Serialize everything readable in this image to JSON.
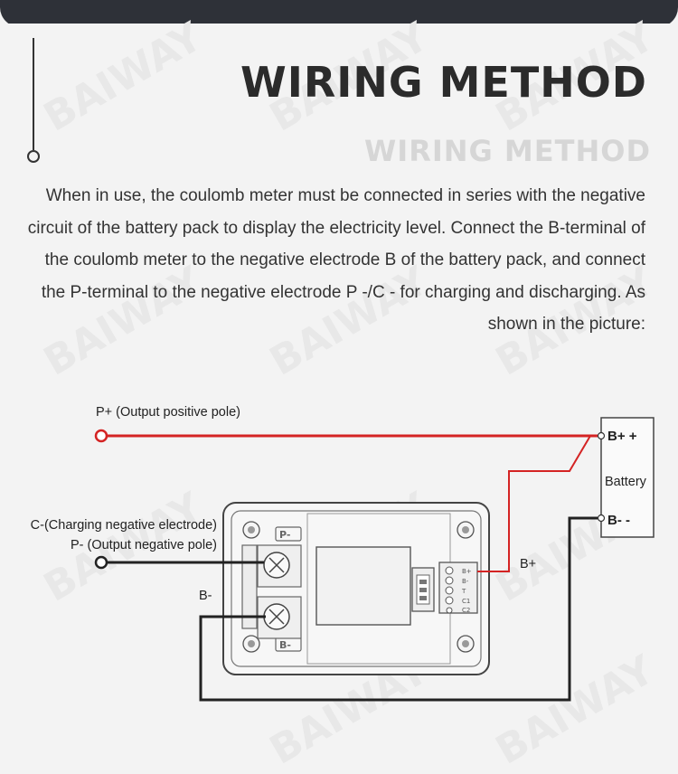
{
  "watermark": "BAIWAY",
  "header": {
    "title": "WIRING METHOD",
    "subtitle": "WIRING METHOD"
  },
  "description": "When in use, the coulomb meter must be connected in series with the negative circuit of the battery pack to display the electricity level. Connect the B-terminal of the coulomb meter to the negative electrode B of the battery pack, and connect the P-terminal to the negative electrode P -/C - for charging and discharging. As shown in the picture:",
  "diagram": {
    "labels": {
      "p_plus": "P+ (Output positive pole)",
      "c_minus": "C-(Charging negative electrode)",
      "p_minus": "P- (Output negative pole)",
      "b_minus_wire": "B-",
      "b_plus_wire": "B+"
    },
    "battery": {
      "title": "Battery",
      "plus_terminal": "B+ +",
      "minus_terminal": "B-  -"
    },
    "meter": {
      "terminal_top": "P-",
      "terminal_bottom": "B-",
      "connector_pins": [
        "B+",
        "B-",
        "T",
        "C1",
        "C2"
      ]
    },
    "colors": {
      "positive_wire": "#d42323",
      "negative_wire": "#222222",
      "device_body": "#f7f7f7",
      "device_border": "#444444"
    }
  }
}
